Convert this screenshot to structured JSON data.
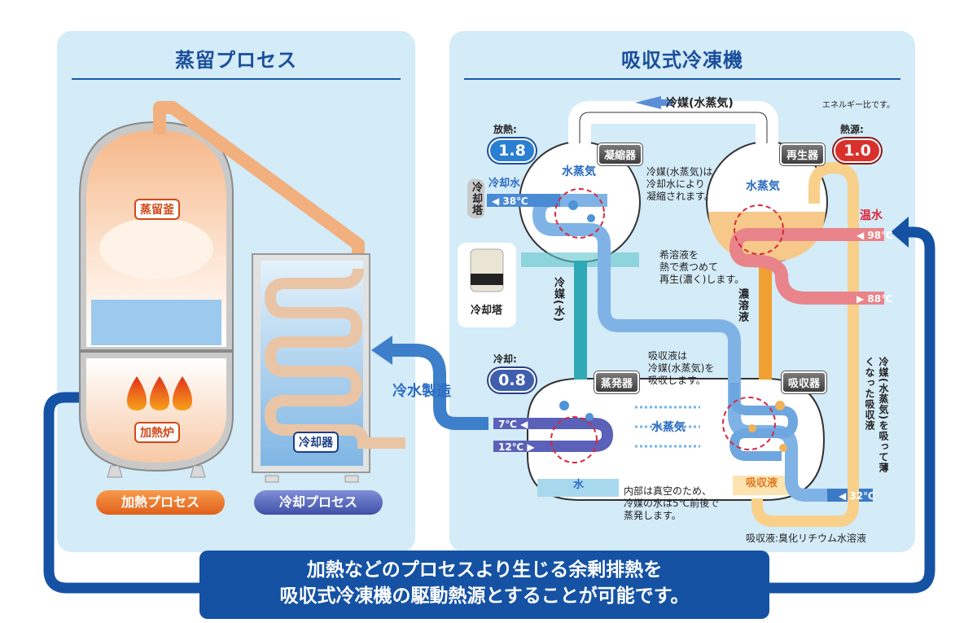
{
  "left_panel": {
    "title": "蒸留プロセス",
    "still_label": "蒸留釜",
    "furnace_label": "加熱炉",
    "cooler_label": "冷却器",
    "heating_process_button": "加熱プロセス",
    "cooling_process_button": "冷却プロセス",
    "cold_water_label": "冷水製造"
  },
  "right_panel": {
    "title": "吸収式冷凍機",
    "energy_note": "エネルギー比です。",
    "refrigerant_vapor_label": "冷媒(水蒸気)",
    "heat_release": {
      "label": "放熱:",
      "value": "1.8"
    },
    "heat_source": {
      "label": "熱源:",
      "value": "1.0"
    },
    "cooling": {
      "label": "冷却:",
      "value": "0.8"
    },
    "condenser": "凝縮器",
    "generator": "再生器",
    "evaporator": "蒸発器",
    "absorber": "吸収器",
    "water_vapor": "水蒸気",
    "cooling_water": "冷却水",
    "cooling_tower_vertical": "冷却塔",
    "cooling_tower": "冷却塔",
    "hot_water": "温水",
    "refrigerant_water": "冷媒(水)",
    "concentrated_solution": "濃溶液",
    "water": "水",
    "absorbent_solution": "吸収液",
    "diluted_note": "冷媒(水蒸気)を吸って薄くなった吸収液",
    "condense_note": [
      "冷媒(水蒸気)は",
      "冷却水により",
      "凝縮されます。"
    ],
    "regen_note": [
      "希溶液を",
      "熱で煮つめて",
      "再生(濃く)します。"
    ],
    "absorb_note": [
      "吸収液は",
      "冷媒(水蒸気)を",
      "吸収します。"
    ],
    "vacuum_note": [
      "内部は真空のため、",
      "冷媒の水は5℃前後で",
      "蒸発します。"
    ],
    "solution_note": "吸収液:臭化リチウム水溶液",
    "temps": {
      "cooling_water_out": "38℃",
      "hot_in": "98℃",
      "hot_out": "88℃",
      "chilled_out": "7℃",
      "chilled_in": "12℃",
      "cooling_water_in": "32℃"
    }
  },
  "footer": {
    "line1": "加熱などのプロセスより生じる余剰排熱を",
    "line2": "吸収式冷凍機の駆動熱源とすることが可能です。"
  },
  "colors": {
    "panel_bg": "#d4ebf8",
    "title_blue": "#1a4f9c",
    "loop_blue": "#1552a4",
    "heat_red": "#d9302c",
    "hot_pink": "#e8848a",
    "solution_orange": "#f0a030",
    "pipe_blue": "#5b9bd8"
  }
}
